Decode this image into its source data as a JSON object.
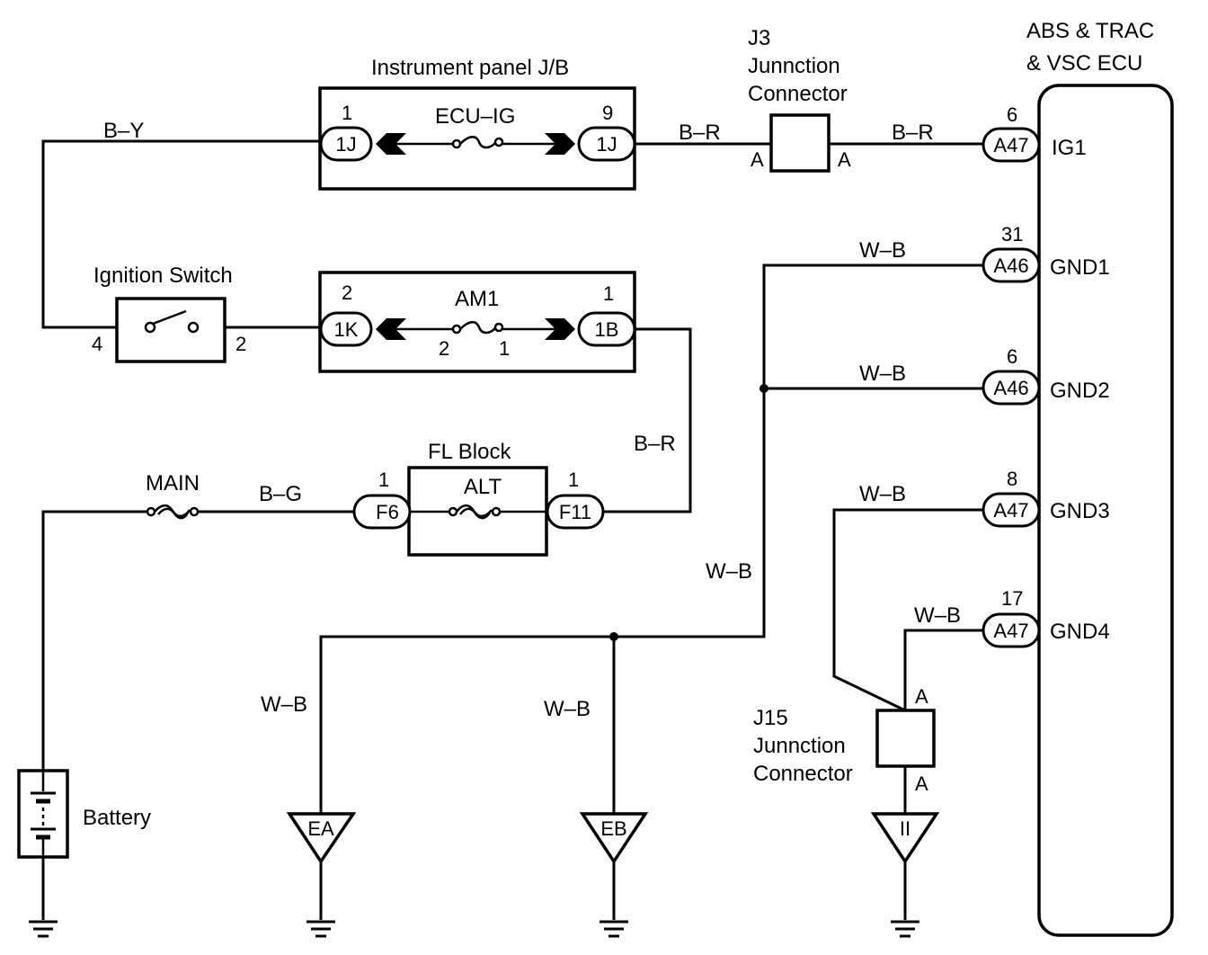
{
  "ecu": {
    "title_line1": "ABS & TRAC",
    "title_line2": "& VSC  ECU",
    "terminals": [
      "IG1",
      "GND1",
      "GND2",
      "GND3",
      "GND4"
    ]
  },
  "instrument_panel": {
    "title": "Instrument panel J/B",
    "fuse": "ECU–IG",
    "left_pin": "1",
    "left_connector": "1J",
    "right_pin": "9",
    "right_connector": "1J"
  },
  "am1_block": {
    "fuse": "AM1",
    "left_pin": "2",
    "left_connector": "1K",
    "right_pin": "1",
    "right_connector": "1B",
    "fuse_pin_left": "2",
    "fuse_pin_right": "1"
  },
  "ignition_switch": {
    "title": "Ignition Switch",
    "pin_left": "4",
    "pin_right": "2"
  },
  "fl_block": {
    "title": "FL Block",
    "fuse": "ALT",
    "left_pin": "1",
    "left_connector": "F6",
    "right_pin": "1",
    "right_connector": "F11"
  },
  "main_fuse": "MAIN",
  "battery": "Battery",
  "j3": {
    "line1": "J3",
    "line2": "Junnction",
    "line3": "Connector",
    "pin_left": "A",
    "pin_right": "A"
  },
  "j15": {
    "line1": "J15",
    "line2": "Junnction",
    "line3": "Connector",
    "pin_top": "A",
    "pin_bottom": "A"
  },
  "connectors": {
    "ig1": {
      "pin": "6",
      "id": "A47"
    },
    "gnd1": {
      "pin": "31",
      "id": "A46"
    },
    "gnd2": {
      "pin": "6",
      "id": "A46"
    },
    "gnd3": {
      "pin": "8",
      "id": "A47"
    },
    "gnd4": {
      "pin": "17",
      "id": "A47"
    }
  },
  "wires": {
    "b_y": "B–Y",
    "b_r_1": "B–R",
    "b_r_2": "B–R",
    "b_r_3": "B–R",
    "b_g": "B–G",
    "w_b_gnd1": "W–B",
    "w_b_gnd2": "W–B",
    "w_b_gnd3": "W–B",
    "w_b_gnd4": "W–B",
    "w_b_vert": "W–B",
    "w_b_ea": "W–B",
    "w_b_eb": "W–B"
  },
  "grounds": {
    "ea": "EA",
    "eb": "EB",
    "ii": "II"
  }
}
